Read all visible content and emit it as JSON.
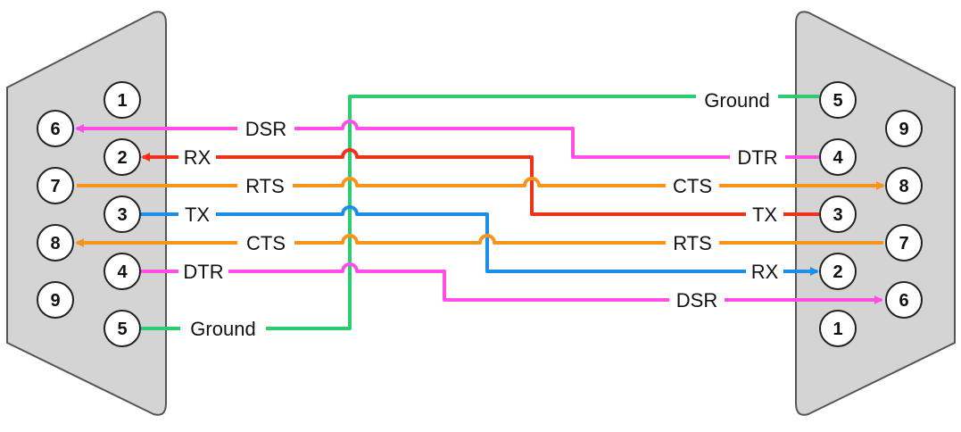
{
  "colors": {
    "ground": "#2ecc71",
    "dsr_dtr": "#ff4fe6",
    "rx_tx_red": "#f0321a",
    "rts_cts": "#f7941d",
    "tx_rx_blue": "#1a8fe8",
    "connector_fill": "#d4d4d4",
    "connector_stroke": "#555555"
  },
  "left_connector": {
    "pins": [
      "1",
      "2",
      "3",
      "4",
      "5",
      "6",
      "7",
      "8",
      "9"
    ]
  },
  "right_connector": {
    "pins": [
      "1",
      "2",
      "3",
      "4",
      "5",
      "6",
      "7",
      "8",
      "9"
    ]
  },
  "labels": {
    "left": {
      "dsr": "DSR",
      "rx": "RX",
      "rts": "RTS",
      "tx": "TX",
      "cts": "CTS",
      "dtr": "DTR",
      "ground": "Ground"
    },
    "right": {
      "ground": "Ground",
      "dtr": "DTR",
      "cts": "CTS",
      "tx": "TX",
      "rts": "RTS",
      "rx": "RX",
      "dsr": "DSR"
    }
  }
}
